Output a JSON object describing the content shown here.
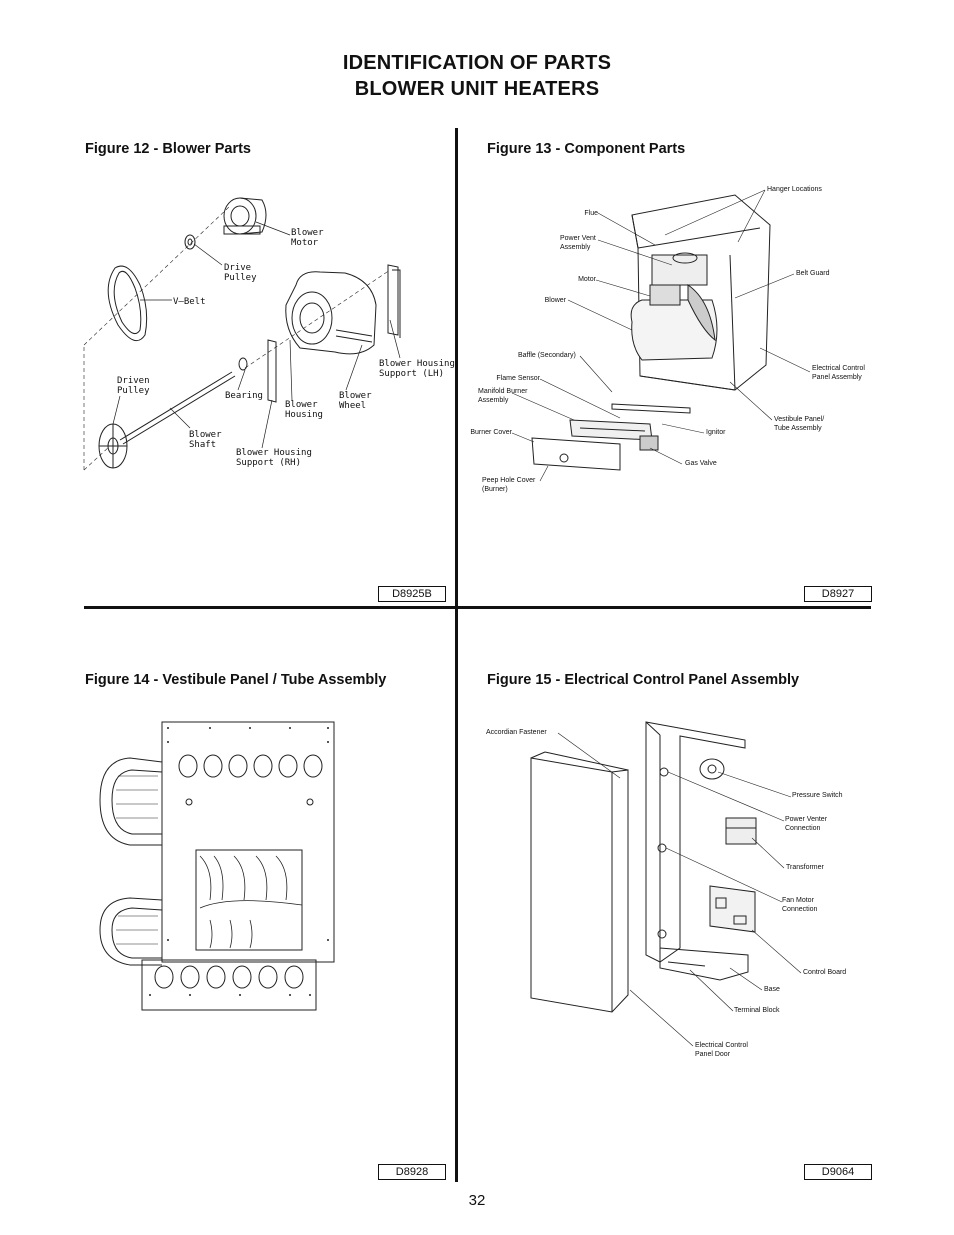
{
  "page": {
    "title_line1": "IDENTIFICATION OF PARTS",
    "title_line2": "BLOWER UNIT HEATERS",
    "page_number": "32"
  },
  "fig12": {
    "title": "Figure 12 - Blower Parts",
    "code": "D8925B",
    "labels": {
      "blower_motor": "Blower\nMotor",
      "drive_pulley": "Drive\nPulley",
      "v_belt": "V–Belt",
      "driven_pulley": "Driven\nPulley",
      "bearing": "Bearing",
      "blower_housing": "Blower\nHousing",
      "blower_wheel": "Blower\nWheel",
      "housing_support_lh": "Blower Housing\nSupport (LH)",
      "blower_shaft": "Blower\nShaft",
      "housing_support_rh": "Blower Housing\nSupport (RH)"
    }
  },
  "fig13": {
    "title": "Figure 13 - Component Parts",
    "code": "D8927",
    "labels": {
      "hanger_locations": "Hanger Locations",
      "flue": "Flue",
      "power_vent": "Power Vent\nAssembly",
      "belt_guard": "Belt Guard",
      "motor": "Motor",
      "blower": "Blower",
      "electrical_control": "Electrical Control\nPanel Assembly",
      "baffle": "Baffle (Secondary)",
      "flame_sensor": "Flame Sensor",
      "manifold_burner": "Manifold Burner\nAssembly",
      "vestibule_panel": "Vestibule Panel/\nTube Assembly",
      "burner_cover": "Burner Cover",
      "ignitor": "Ignitor",
      "gas_valve": "Gas Valve",
      "peep_hole": "Peep Hole Cover\n(Burner)"
    }
  },
  "fig14": {
    "title": "Figure 14 - Vestibule Panel / Tube Assembly",
    "code": "D8928"
  },
  "fig15": {
    "title": "Figure 15 - Electrical Control Panel Assembly",
    "code": "D9064",
    "labels": {
      "accordian_fastener": "Accordian Fastener",
      "pressure_switch": "Pressure Switch",
      "power_venter": "Power Venter\nConnection",
      "transformer": "Transformer",
      "fan_motor": "Fan Motor\nConnection",
      "control_board": "Control Board",
      "base": "Base",
      "terminal_block": "Terminal Block",
      "panel_door": "Electrical Control\nPanel Door"
    }
  }
}
